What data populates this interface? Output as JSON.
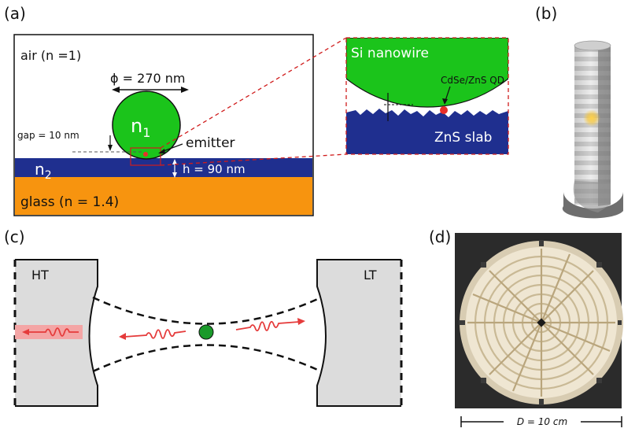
{
  "panel_labels": {
    "a": "(a)",
    "b": "(b)",
    "c": "(c)",
    "d": "(d)"
  },
  "panel_a": {
    "air": "air (n =1)",
    "diameter": "ϕ = 270 nm",
    "n1": "n",
    "n1_sub": "1",
    "gap": "gap = 10 nm",
    "emitter": "emitter",
    "n2": "n",
    "n2_sub": "2",
    "thickness": "h = 90 nm",
    "glass": "glass (n = 1.4)"
  },
  "panel_a_inset": {
    "nanowire": "Si nanowire",
    "qd": "CdSe/ZnS QD",
    "slab": "ZnS slab"
  },
  "panel_c": {
    "left_label": "HT",
    "right_label": "LT"
  },
  "panel_d": {
    "scale_label": "D = 10 cm"
  },
  "colors": {
    "nanowire_green": "#1bc41b",
    "slab_blue": "#1f2f8f",
    "glass_orange": "#f7940f",
    "emitter_red": "#e8302a",
    "mirror_gray": "#dcdcdc",
    "photon_red": "#e53b3b",
    "particle_green": "#1a9a2a",
    "disc_cream": "#efe6d2",
    "photo_bg": "#2b2b2b"
  }
}
